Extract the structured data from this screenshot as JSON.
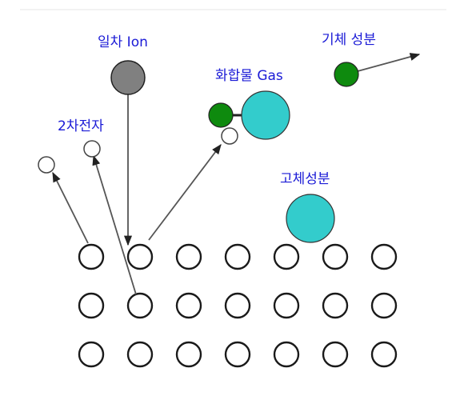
{
  "labels": {
    "primary_ion": "일차 Ion",
    "compound_gas": "화합물 Gas",
    "gas_component": "기체 성분",
    "secondary_electron": "2차전자",
    "solid_component": "고체성분"
  },
  "colors": {
    "label_text": "#1a1ad6",
    "primary_ion_fill": "#808080",
    "gas_atom_fill": "#0e8a0e",
    "cyan_fill": "#33cccc",
    "lattice_stroke": "#1a1a1a",
    "arrow_stroke": "#555555",
    "divider": "#e6e6e6"
  },
  "lattice": {
    "rows": 3,
    "columns": 7
  }
}
